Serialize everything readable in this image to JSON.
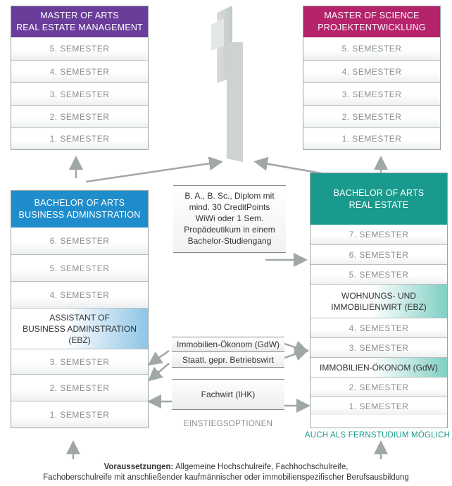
{
  "master_left": {
    "title_line1": "MASTER OF ARTS",
    "title_line2": "REAL ESTATE MANAGEMENT",
    "semesters": [
      "5. SEMESTER",
      "4. SEMESTER",
      "3. SEMESTER",
      "2. SEMESTER",
      "1. SEMESTER"
    ],
    "color": "#6a3d9a"
  },
  "master_right": {
    "title_line1": "MASTER OF SCIENCE",
    "title_line2": "PROJEKTENTWICKLUNG",
    "semesters": [
      "5. SEMESTER",
      "4. SEMESTER",
      "3. SEMESTER",
      "2. SEMESTER",
      "1. SEMESTER"
    ],
    "color": "#b5236b"
  },
  "bachelor_left": {
    "title_line1": "BACHELOR OF ARTS",
    "title_line2": "BUSINESS ADMINSTRATION",
    "upper_semesters": [
      "6. SEMESTER",
      "5. SEMESTER",
      "4. SEMESTER"
    ],
    "assistant_line1": "ASSISTANT OF",
    "assistant_line2": "BUSINESS ADMINSTRATION (EBZ)",
    "lower_semesters": [
      "3. SEMESTER",
      "2. SEMESTER",
      "1. SEMESTER"
    ],
    "color": "#1f8dcb"
  },
  "bachelor_right": {
    "title_line1": "BACHELOR OF ARTS",
    "title_line2": "REAL ESTATE",
    "upper_semesters": [
      "7. SEMESTER",
      "6. SEMESTER",
      "5. SEMESTER"
    ],
    "wohnungs_line1": "WOHNUNGS- UND",
    "wohnungs_line2": "IMMOBILIENWIRT (EBZ)",
    "middle_semesters": [
      "4. SEMESTER",
      "3. SEMESTER"
    ],
    "oekonom": "IMMOBILIEN-ÖKONOM (GdW)",
    "lower_semesters": [
      "2. SEMESTER",
      "1. SEMESTER"
    ],
    "color": "#1a9a8c"
  },
  "center": {
    "entry_line1": "B. A., B. Sc., Diplom mit",
    "entry_line2": "mind. 30 CreditPoints",
    "entry_line3": "WiWi oder 1 Sem.",
    "entry_line4": "Propädeutikum in einem",
    "entry_line5": "Bachelor-Studiengang",
    "option1": "Immobilien-Ökonom (GdW)",
    "option2": "Staatl. gepr. Betriebswirt",
    "option3": "Fachwirt (IHK)",
    "einstieg_label": "EINSTIEGSOPTIONEN"
  },
  "fernstudium": "AUCH ALS FERNSTUDIUM MÖGLICH",
  "footer": {
    "label_bold": "Voraussetzungen:",
    "line1_rest": " Allgemeine Hochschulreife, Fachhochschulreife,",
    "line2": "Fachoberschulreife mit anschließender kaufmännischer oder immobilienspezifischer Berufsausbildung"
  }
}
